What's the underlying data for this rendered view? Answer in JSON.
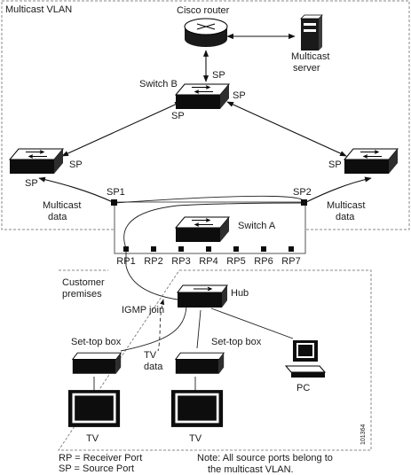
{
  "regions": {
    "vlan": "Multicast VLAN",
    "premises": "Customer premises"
  },
  "devices": {
    "router": "Cisco router",
    "server": "Multicast server",
    "switch_b": "Switch B",
    "switch_a": "Switch A",
    "hub": "Hub",
    "settop_left": "Set-top box",
    "settop_right": "Set-top box",
    "tv_left": "TV",
    "tv_right": "TV",
    "pc": "PC"
  },
  "ports": {
    "sp": "SP",
    "sp1": "SP1",
    "sp2": "SP2",
    "receiver_ports": [
      "RP1",
      "RP2",
      "RP3",
      "RP4",
      "RP5",
      "RP6",
      "RP7"
    ]
  },
  "flows": {
    "multicast_data": "Multicast data",
    "igmp_join": "IGMP join",
    "tv_data": "TV data"
  },
  "legend": {
    "rp": "RP = Receiver Port",
    "sp": "SP = Source Port",
    "note": "Note: All source ports belong to the multicast VLAN."
  },
  "figure_id": "101364"
}
